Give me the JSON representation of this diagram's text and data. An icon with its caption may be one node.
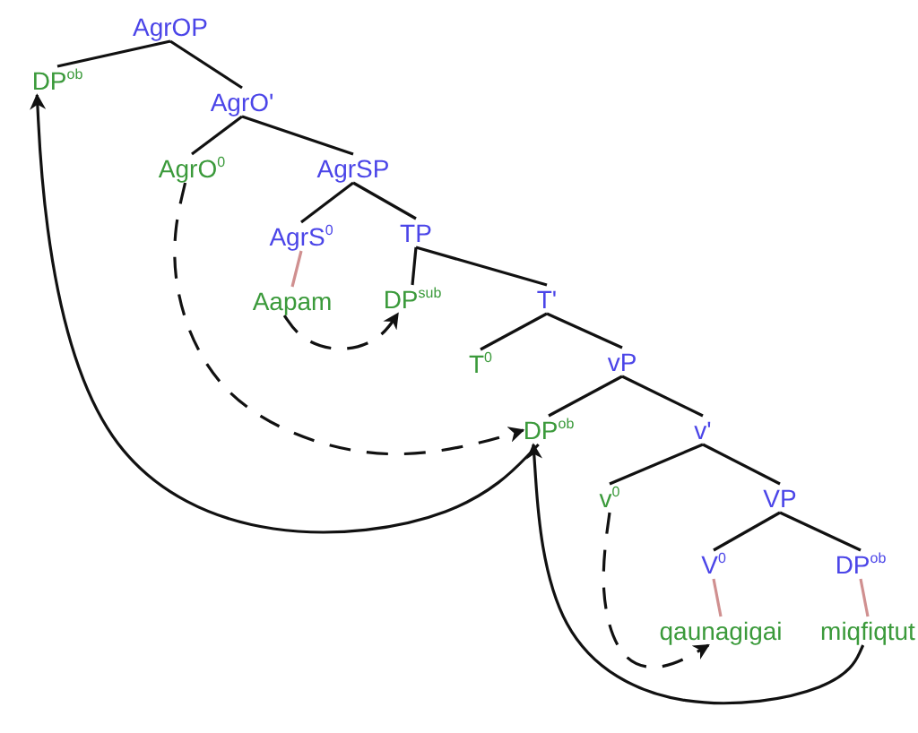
{
  "diagram": {
    "nodes": [
      {
        "text": [
          "AgrOP"
        ]
      },
      {
        "text": [
          "DP$^{ob}$"
        ]
      },
      {
        "text": [
          "AgrO'"
        ]
      },
      {
        "text": [
          "AgrO$^{0}$"
        ]
      },
      {
        "text": [
          "AgrSP"
        ]
      },
      {
        "text": [
          "AgrS$^{0}$"
        ]
      },
      {
        "text": [
          "TP"
        ]
      },
      {
        "text": [
          "Aapam"
        ]
      },
      {
        "text": [
          "DP$^{sub}$"
        ]
      },
      {
        "text": [
          "T'"
        ]
      },
      {
        "text": [
          "T$^{0}$"
        ]
      },
      {
        "text": [
          "vP"
        ]
      },
      {
        "text": [
          "DP$^{ob}$"
        ]
      },
      {
        "text": [
          "v'"
        ]
      },
      {
        "text": [
          "v$^{0}$"
        ]
      },
      {
        "text": [
          "VP"
        ]
      },
      {
        "text": [
          "V$^{0}$"
        ]
      },
      {
        "text": [
          "DP$^{ob}$"
        ]
      },
      {
        "text": [
          "qaunagigai"
        ]
      },
      {
        "text": [
          "miqfiqtut"
        ]
      }
    ],
    "edges": [
      {
        "from": 0,
        "to": 1,
        "arrow": "none"
      },
      {
        "from": 0,
        "to": 2,
        "arrow": "none"
      },
      {
        "from": 2,
        "to": 3,
        "arrow": "none"
      },
      {
        "from": 2,
        "to": 4,
        "arrow": "none"
      },
      {
        "from": 4,
        "to": 5,
        "arrow": "none"
      },
      {
        "from": 4,
        "to": 6,
        "arrow": "none"
      },
      {
        "from": 5,
        "to": 7,
        "arrow": "none",
        "color": "#d09090"
      },
      {
        "from": 6,
        "to": 8,
        "arrow": "none"
      },
      {
        "from": 6,
        "to": 9,
        "arrow": "none"
      },
      {
        "from": 9,
        "to": 10,
        "arrow": "none"
      },
      {
        "from": 9,
        "to": 11,
        "arrow": "none"
      },
      {
        "from": 11,
        "to": 12,
        "arrow": "none"
      },
      {
        "from": 11,
        "to": 13,
        "arrow": "none"
      },
      {
        "from": 13,
        "to": 14,
        "arrow": "none"
      },
      {
        "from": 13,
        "to": 15,
        "arrow": "none"
      },
      {
        "from": 15,
        "to": 16,
        "arrow": "none"
      },
      {
        "from": 15,
        "to": 17,
        "arrow": "none"
      },
      {
        "from": 16,
        "to": 18,
        "arrow": "none",
        "color": "#d09090"
      },
      {
        "from": 17,
        "to": 19,
        "arrow": "none",
        "color": "#d09090"
      },
      {
        "from": 7,
        "to": 8,
        "arrow": "to",
        "style": "dashed"
      },
      {
        "from": 3,
        "to": 12,
        "arrow": "to",
        "style": "dashed"
      },
      {
        "from": 12,
        "to": 1,
        "arrow": "to"
      },
      {
        "from": 19,
        "to": 12,
        "arrow": "to"
      },
      {
        "from": 14,
        "to": 18,
        "arrow": "to",
        "style": "dashed"
      }
    ]
  }
}
